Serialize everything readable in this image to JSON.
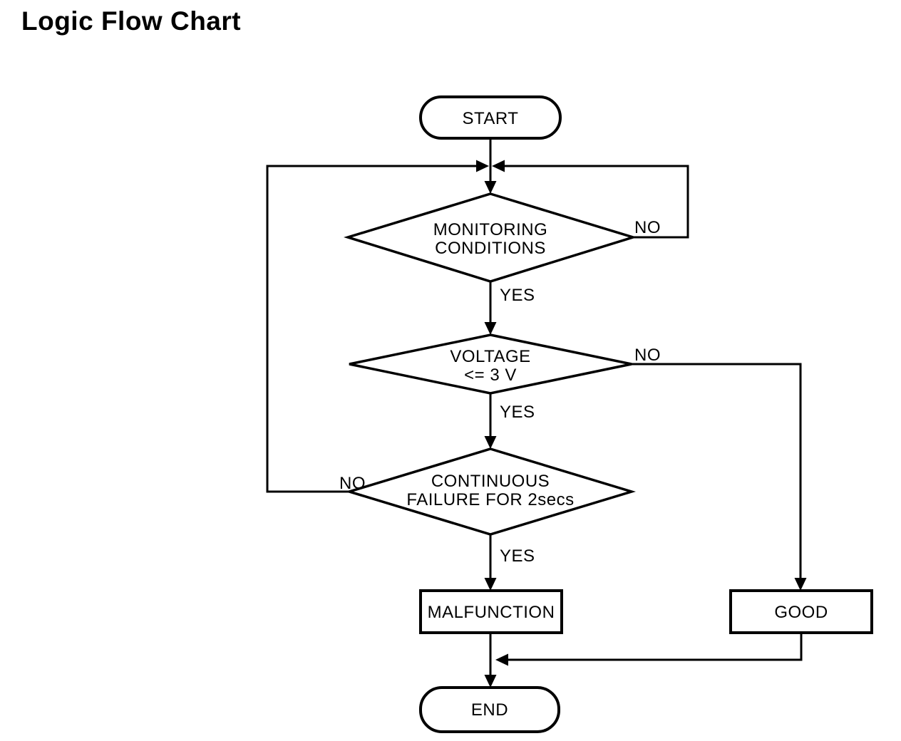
{
  "title": "Logic Flow Chart",
  "diagram": {
    "type": "flowchart",
    "colors": {
      "stroke": "#000000",
      "background": "#ffffff",
      "text": "#000000"
    },
    "nodes": {
      "start": {
        "type": "terminator",
        "label": "START"
      },
      "monitoring": {
        "type": "decision",
        "label_lines": [
          "MONITORING",
          "CONDITIONS"
        ]
      },
      "voltage": {
        "type": "decision",
        "label_lines": [
          "VOLTAGE",
          "<= 3 V"
        ]
      },
      "continuous": {
        "type": "decision",
        "label_lines": [
          "CONTINUOUS",
          "FAILURE FOR 2secs"
        ]
      },
      "malfunction": {
        "type": "process",
        "label": "MALFUNCTION"
      },
      "good": {
        "type": "process",
        "label": "GOOD"
      },
      "end": {
        "type": "terminator",
        "label": "END"
      }
    },
    "edges": [
      {
        "from": "start",
        "to": "monitoring",
        "label": ""
      },
      {
        "from": "monitoring",
        "to": "voltage",
        "label": "YES"
      },
      {
        "from": "monitoring",
        "to": "loop-junction",
        "label": "NO"
      },
      {
        "from": "voltage",
        "to": "continuous",
        "label": "YES"
      },
      {
        "from": "voltage",
        "to": "good",
        "label": "NO"
      },
      {
        "from": "continuous",
        "to": "malfunction",
        "label": "YES"
      },
      {
        "from": "continuous",
        "to": "loop-junction",
        "label": "NO"
      },
      {
        "from": "malfunction",
        "to": "end",
        "label": ""
      },
      {
        "from": "good",
        "to": "end",
        "label": ""
      }
    ]
  }
}
